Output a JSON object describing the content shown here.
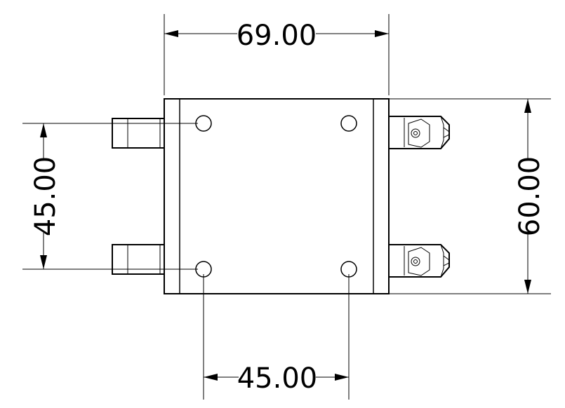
{
  "drawing": {
    "dimensions": {
      "top_width": "69.00",
      "left_height": "45.00",
      "right_height": "60.00",
      "bottom_width": "45.00"
    }
  }
}
